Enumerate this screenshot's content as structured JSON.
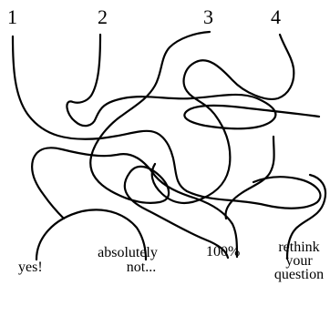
{
  "start_labels": [
    "1",
    "2",
    "3",
    "4"
  ],
  "answers": {
    "yes": "yes!",
    "absolutely_not": [
      "absolutely",
      "not..."
    ],
    "hundred_percent": "100%",
    "rethink": [
      "rethink",
      "your",
      "question"
    ]
  },
  "colors": {
    "ink": "#000000",
    "background": "#ffffff"
  }
}
